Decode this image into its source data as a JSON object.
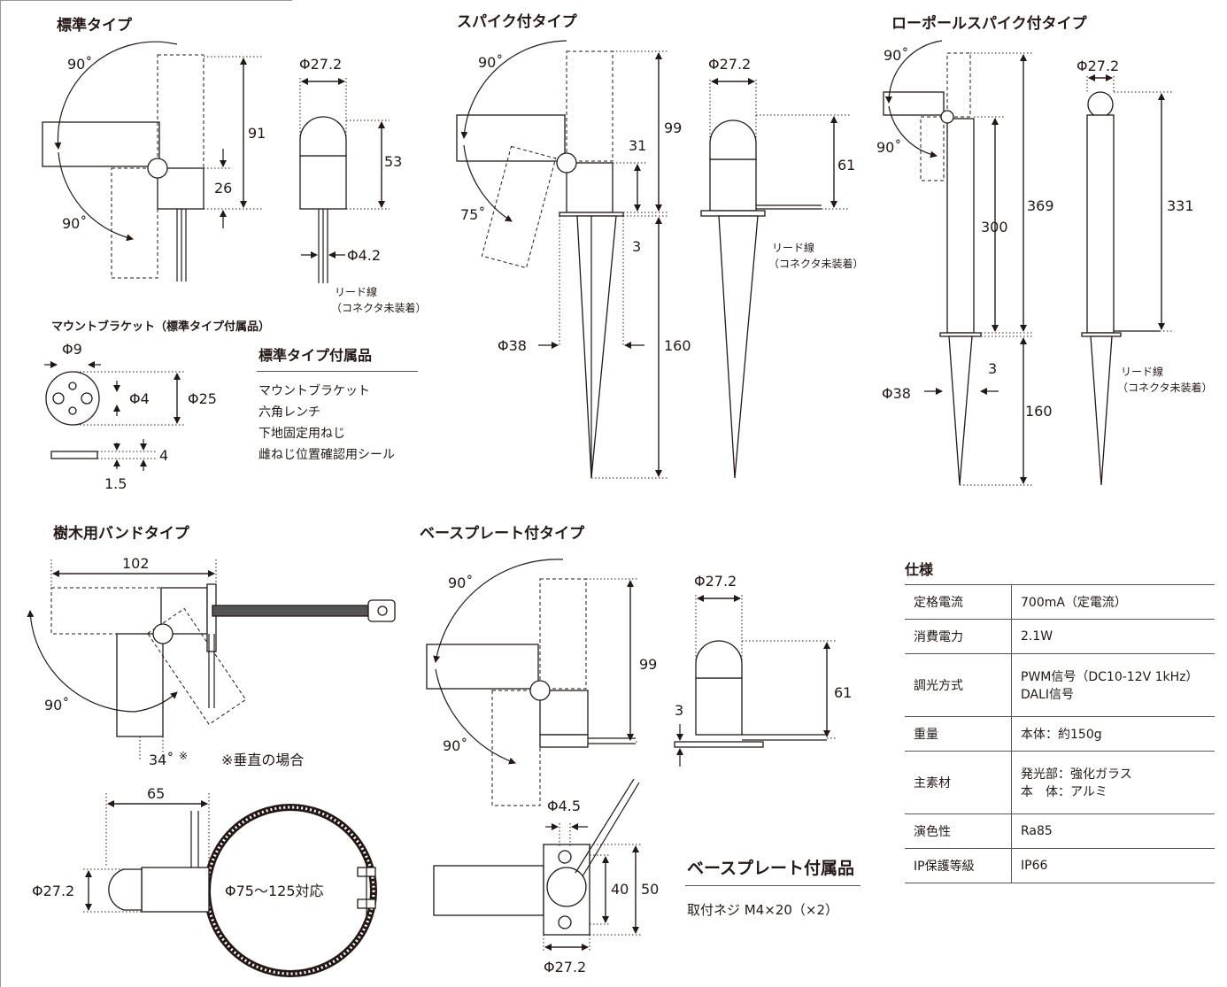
{
  "sections": {
    "standard": "標準タイプ",
    "spike": "スパイク付タイプ",
    "low_pole": "ローポールスパイク付タイプ",
    "tree_band": "樹木用バンドタイプ",
    "base_plate": "ベースプレート付タイプ"
  },
  "mount_bracket_title": "マウントブラケット（標準タイプ付属品）",
  "standard_accessories": {
    "title": "標準タイプ付属品",
    "items": [
      "マウントブラケット",
      "六角レンチ",
      "下地固定用ねじ",
      "雌ねじ位置確認用シール"
    ]
  },
  "base_plate_accessories": {
    "title": "ベースプレート付属品",
    "items": [
      "取付ネジ M4×20（×2）"
    ]
  },
  "lead_wire": [
    "リード線",
    "（コネクタ未装着）"
  ],
  "dims": {
    "standard": {
      "angle_top": "90˚",
      "angle_bottom": "90˚",
      "h91": "91",
      "h26": "26",
      "d27": "Φ27.2",
      "h53": "53",
      "d4_2": "Φ4.2"
    },
    "bracket": {
      "d9": "Φ9",
      "d4": "Φ4",
      "d25": "Φ25",
      "t4": "4",
      "t1_5": "1.5"
    },
    "spike": {
      "angle90": "90˚",
      "angle75": "75˚",
      "h99": "99",
      "h31": "31",
      "h3": "3",
      "h160": "160",
      "d38": "Φ38",
      "d27": "Φ27.2",
      "h61": "61"
    },
    "low_pole": {
      "angle_top": "90˚",
      "angle_bottom": "90˚",
      "h369": "369",
      "h300": "300",
      "h3": "3",
      "h160": "160",
      "d38": "Φ38",
      "d27": "Φ27.2",
      "h331": "331"
    },
    "tree": {
      "w102": "102",
      "angle90": "90˚",
      "angle34": "34˚",
      "mark": "※",
      "vertical_note": "※垂直の場合",
      "w65": "65",
      "d27": "Φ27.2",
      "range": "Φ75〜125対応"
    },
    "base": {
      "angle_top": "90˚",
      "angle_bottom": "90˚",
      "h99": "99",
      "d27_top": "Φ27.2",
      "h61": "61",
      "h3": "3",
      "d4_5": "Φ4.5",
      "h40": "40",
      "h50": "50",
      "d27_bottom": "Φ27.2"
    }
  },
  "spec": {
    "title": "仕様",
    "rows": [
      {
        "k": "定格電流",
        "v": [
          "700mA（定電流）"
        ]
      },
      {
        "k": "消費電力",
        "v": [
          "2.1W"
        ]
      },
      {
        "k": "調光方式",
        "v": [
          "PWM信号（DC10-12V 1kHz）",
          "DALI信号"
        ]
      },
      {
        "k": "重量",
        "v": [
          "本体：約150g"
        ]
      },
      {
        "k": "主素材",
        "v": [
          "発光部：強化ガラス",
          "本　体：アルミ"
        ]
      },
      {
        "k": "演色性",
        "v": [
          "Ra85"
        ]
      },
      {
        "k": "IP保護等級",
        "v": [
          "IP66"
        ]
      }
    ]
  }
}
